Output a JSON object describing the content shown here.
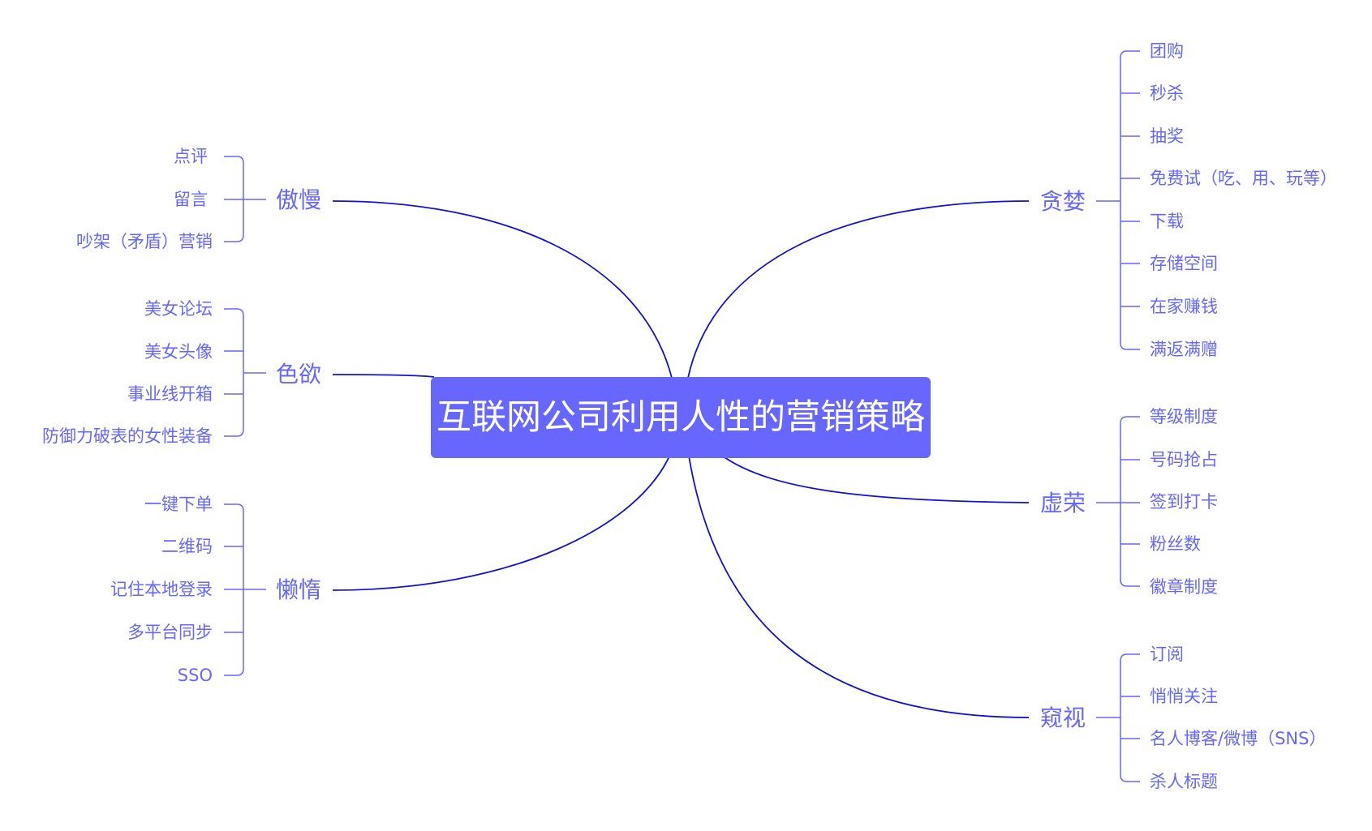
{
  "colors": {
    "accent": "#6767ff",
    "connector": "#1212d1",
    "root_text": "#ffffff",
    "background": "#ffffff"
  },
  "root": {
    "label": "互联网公司利用人性的营销策略"
  },
  "branches": [
    {
      "id": "aoman",
      "label": "傲慢",
      "side": "left",
      "children": [
        "点评",
        "留言",
        "吵架（矛盾）营销"
      ]
    },
    {
      "id": "seyu",
      "label": "色欲",
      "side": "left",
      "children": [
        "美女论坛",
        "美女头像",
        "事业线开箱",
        "防御力破表的女性装备"
      ]
    },
    {
      "id": "landuo",
      "label": "懒惰",
      "side": "left",
      "children": [
        "一键下单",
        "二维码",
        "记住本地登录",
        "多平台同步",
        "SSO"
      ]
    },
    {
      "id": "tanlan",
      "label": "贪婪",
      "side": "right",
      "children": [
        "团购",
        "秒杀",
        "抽奖",
        "免费试（吃、用、玩等）",
        "下载",
        "存储空间",
        "在家赚钱",
        "满返满赠"
      ]
    },
    {
      "id": "xurong",
      "label": "虚荣",
      "side": "right",
      "children": [
        "等级制度",
        "号码抢占",
        "签到打卡",
        "粉丝数",
        "徽章制度"
      ]
    },
    {
      "id": "kuishi",
      "label": "窥视",
      "side": "right",
      "children": [
        "订阅",
        "悄悄关注",
        "名人博客/微博（SNS）",
        "杀人标题"
      ]
    }
  ]
}
